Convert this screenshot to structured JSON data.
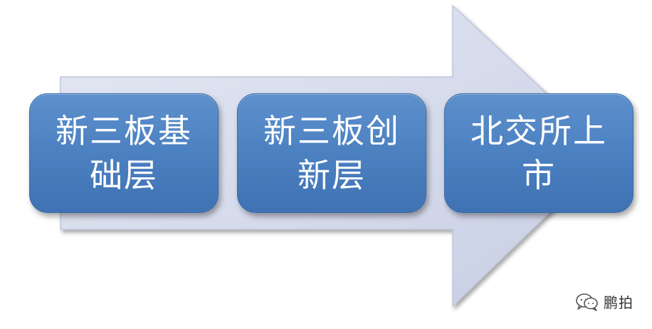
{
  "diagram": {
    "steps": [
      {
        "label": "新三板基础层"
      },
      {
        "label": "新三板创新层"
      },
      {
        "label": "北交所上市"
      }
    ],
    "arrow_fill": "#d7dcec",
    "box_fill": "#4f83c3"
  },
  "watermark": {
    "icon": "chat-bubbles-icon",
    "text": "鹏拍"
  }
}
